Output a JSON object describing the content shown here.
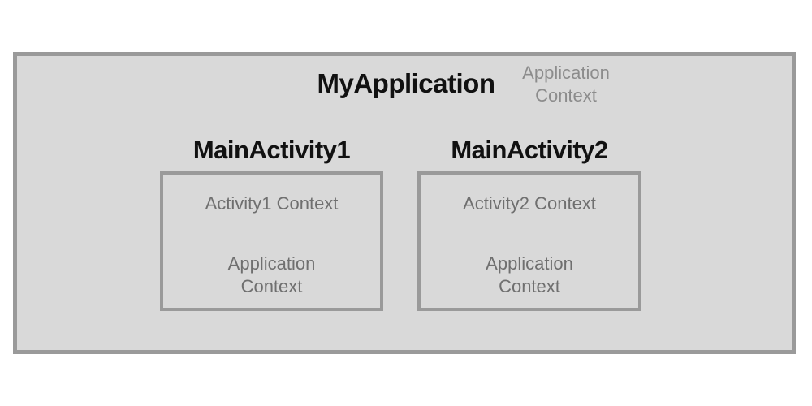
{
  "colors": {
    "page_bg": "#ffffff",
    "panel_bg": "#d9d9d9",
    "border_color": "#9a9a9a",
    "title_color": "#111111",
    "muted_dark": "#6f6f6f",
    "muted_light": "#8c8c8c"
  },
  "application": {
    "title": "MyApplication",
    "context_label": {
      "line1": "Application",
      "line2": "Context"
    },
    "activities": [
      {
        "title": "MainActivity1",
        "context_label": "Activity1 Context",
        "app_context": {
          "line1": "Application",
          "line2": "Context"
        }
      },
      {
        "title": "MainActivity2",
        "context_label": "Activity2 Context",
        "app_context": {
          "line1": "Application",
          "line2": "Context"
        }
      }
    ]
  }
}
